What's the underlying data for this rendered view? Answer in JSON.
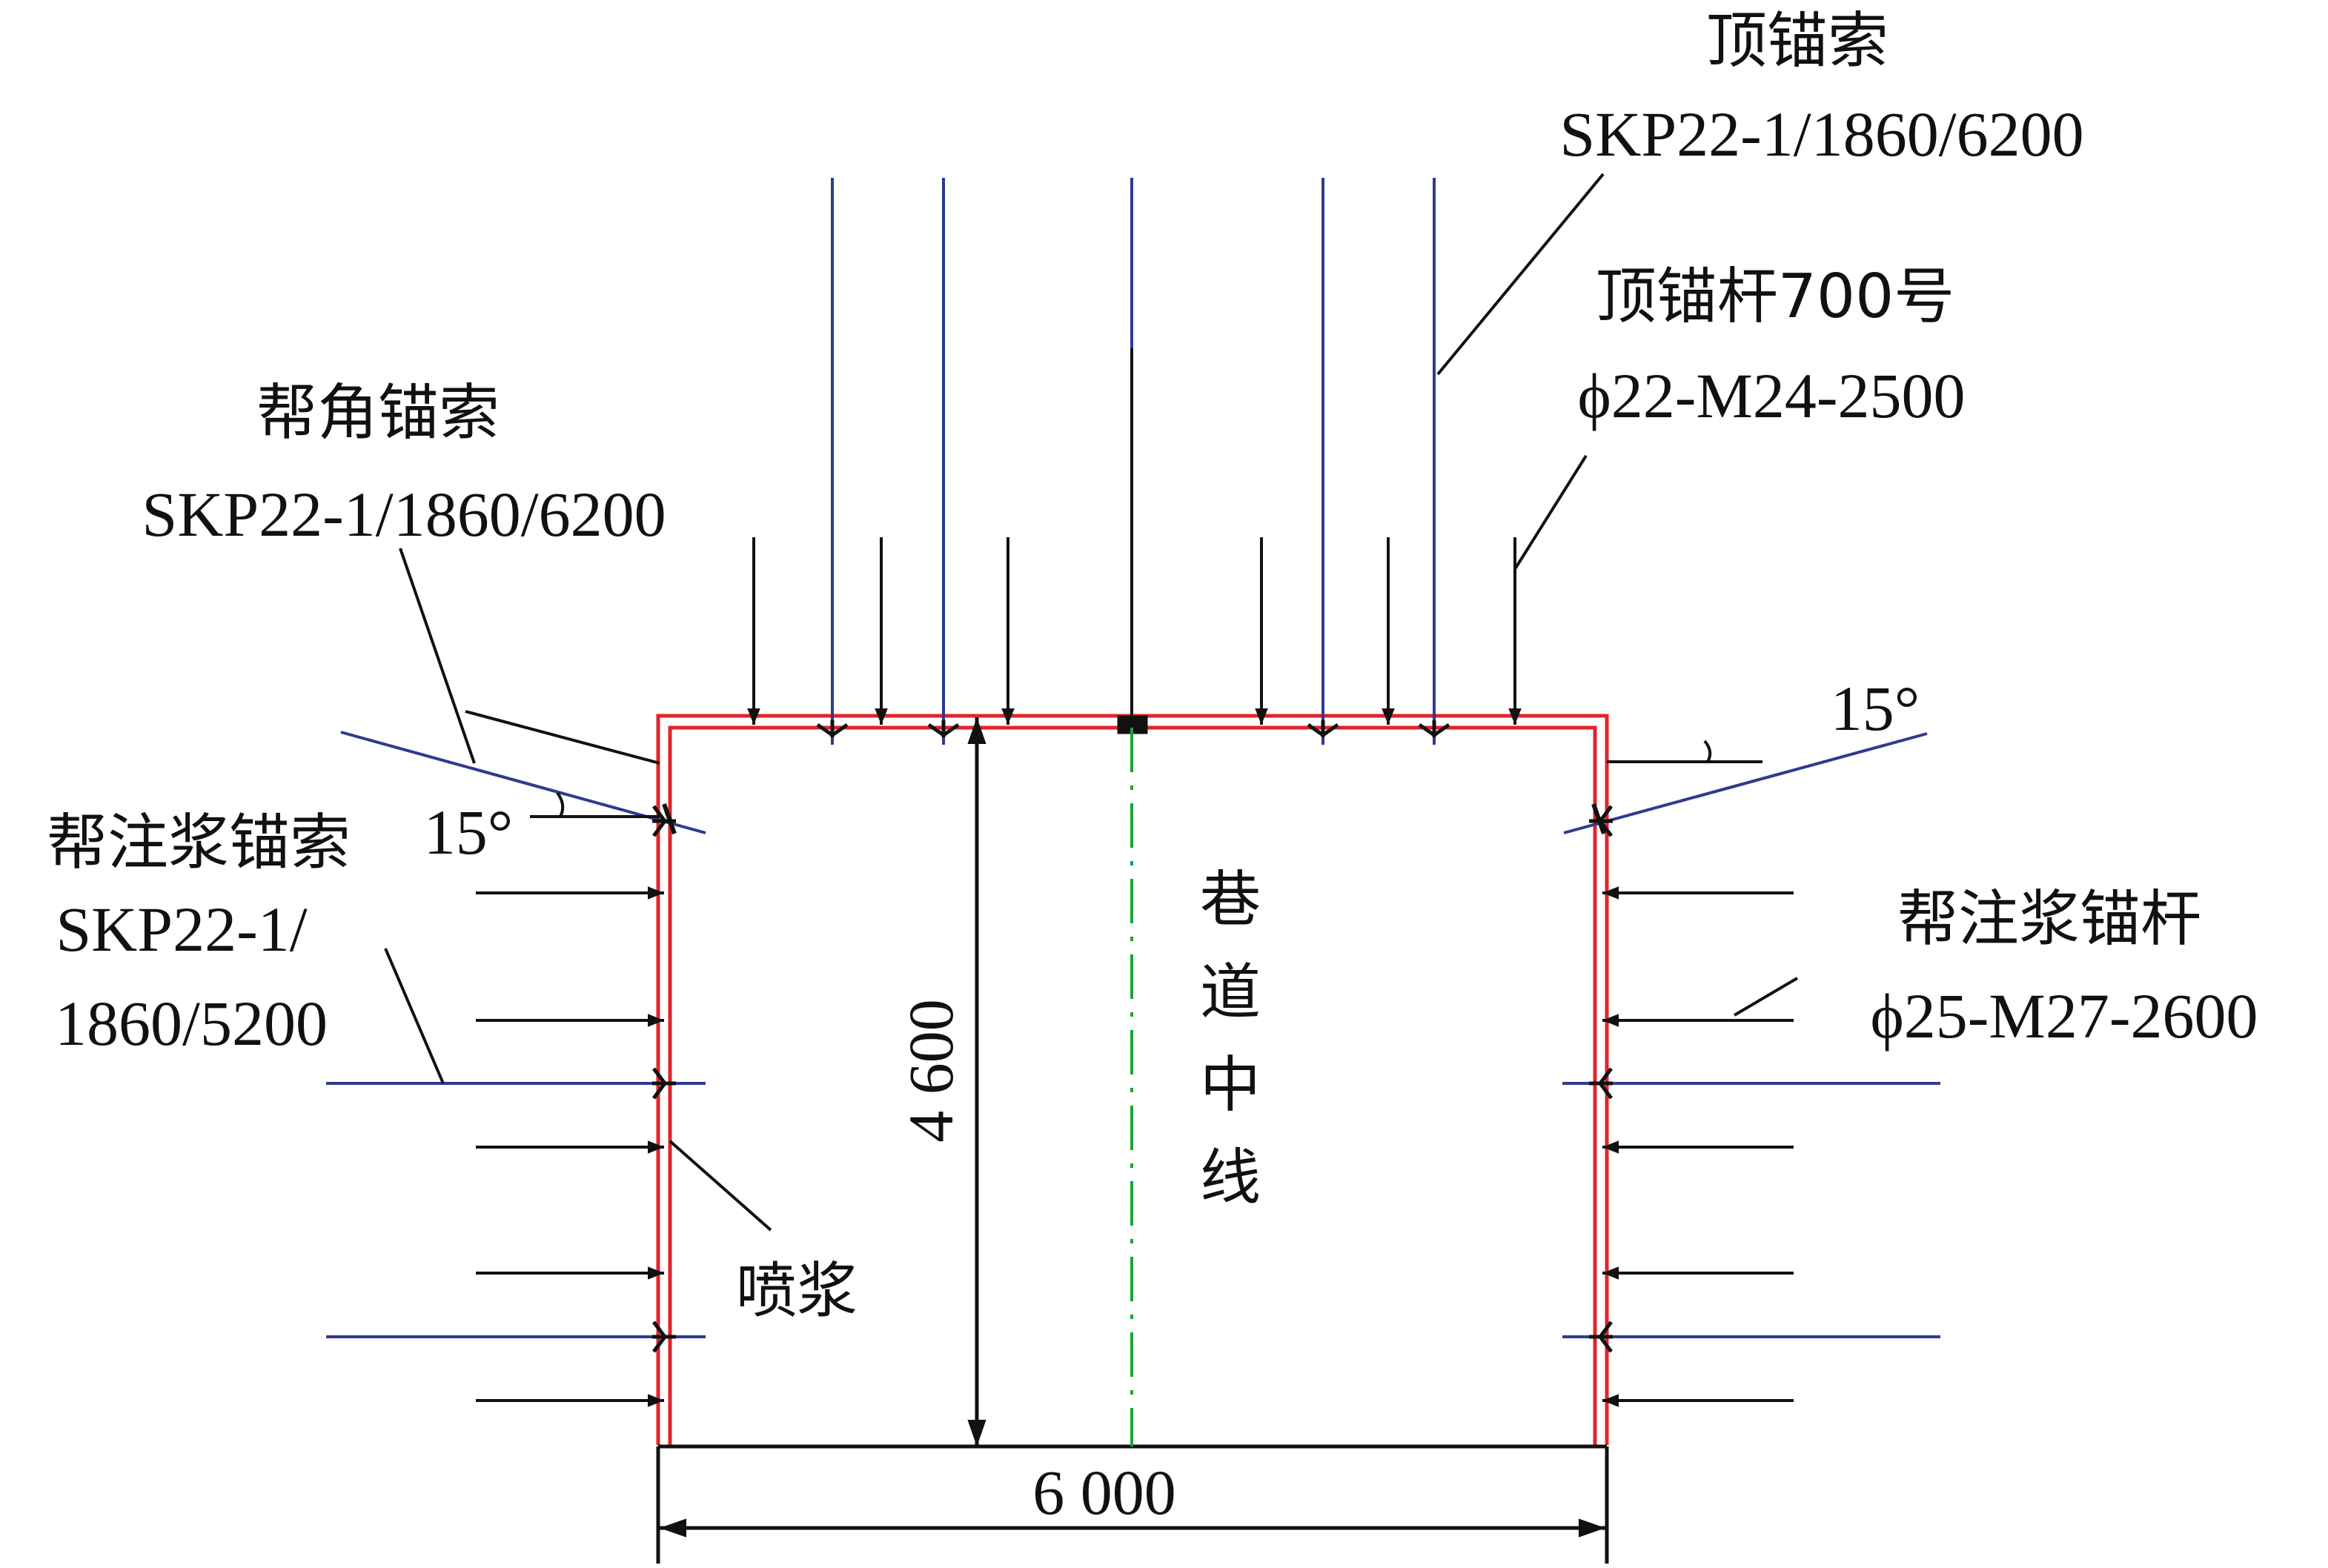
{
  "labels": {
    "roof_cable_name": "顶锚索",
    "roof_cable_spec": "SKP22-1/1860/6200",
    "roof_bolt_name": "顶锚杆700号",
    "roof_bolt_spec": "ϕ22-M24-2500",
    "corner_cable_name": "帮角锚索",
    "corner_cable_spec": "SKP22-1/1860/6200",
    "rib_grout_cable_name": "帮注浆锚索",
    "rib_grout_cable_spec_1": "SKP22-1/",
    "rib_grout_cable_spec_2": "1860/5200",
    "rib_grout_bolt_name": "帮注浆锚杆",
    "rib_grout_bolt_spec": "ϕ25-M27-2600",
    "angle_left": "15°",
    "angle_right": "15°",
    "shotcrete": "喷浆",
    "centerline": [
      "巷",
      "道",
      "中",
      "线"
    ],
    "height_dim": "4 600",
    "width_dim": "6 000"
  },
  "colors": {
    "lining": "#e0252b",
    "cable": "#2e3b8f",
    "bolt": "#111111",
    "centerline": "#1aa532"
  }
}
